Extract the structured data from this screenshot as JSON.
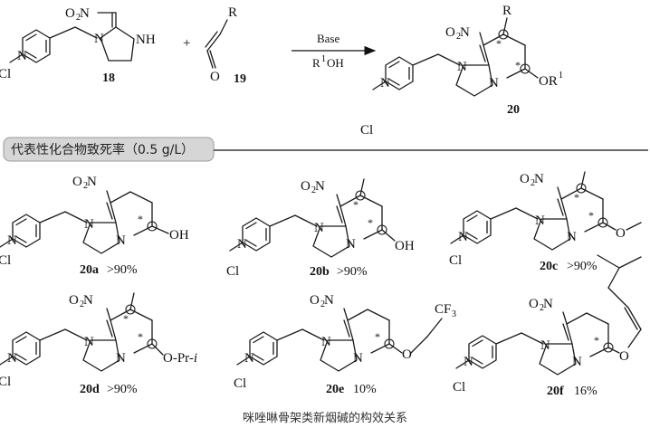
{
  "reaction": {
    "reactant_a_nitro": "O",
    "reactant_a_label": "18",
    "reactant_b_substituent": "R",
    "reactant_b_label": "19",
    "plus": "+",
    "reagent_top": "Base",
    "reagent_bottom": "R",
    "reagent_bottom_sup": "1",
    "reagent_bottom_tail": "OH",
    "product_label": "20",
    "product_substituent": "R",
    "product_ether": "OR",
    "product_ether_sup": "1"
  },
  "atoms": {
    "N": "N",
    "NH": "NH",
    "Cl": "Cl",
    "O": "O",
    "OH": "OH",
    "sub2": "2",
    "star": "*"
  },
  "section": {
    "title": "代表性化合物致死率（0.5 g/L）"
  },
  "compounds": [
    {
      "id": "20a",
      "rate": ">90%",
      "tail": "OH"
    },
    {
      "id": "20b",
      "rate": ">90%",
      "tail": "OH"
    },
    {
      "id": "20c",
      "rate": ">90%",
      "tail": "O"
    },
    {
      "id": "20d",
      "rate": ">90%",
      "tail": "O-Pr-",
      "tail_italic": "i"
    },
    {
      "id": "20e",
      "rate": "10%",
      "tail": "O",
      "cf3": "CF",
      "cf3_sub": "3"
    },
    {
      "id": "20f",
      "rate": "16%",
      "tail": "O"
    }
  ],
  "caption": "咪唑啉骨架类新烟碱的构效关系"
}
